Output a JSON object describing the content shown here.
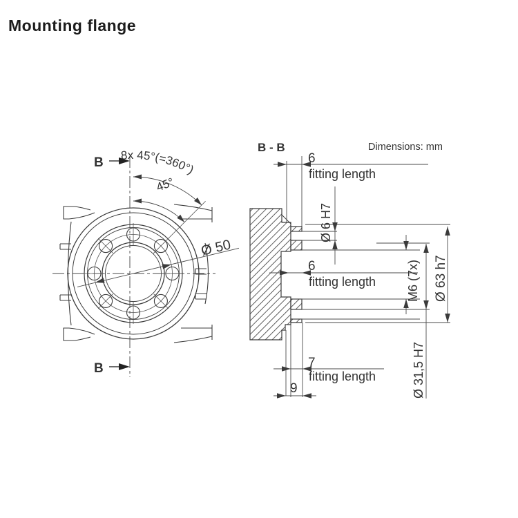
{
  "page": {
    "title": "Mounting flange"
  },
  "drawing": {
    "section_title": "B - B",
    "units_note": "Dimensions: mm",
    "front_view": {
      "cut_arrow_top": "B",
      "cut_arrow_bottom": "B",
      "dim_bolt_pattern_angle": "8x 45°(=360°)",
      "dim_hole_angle": "45°",
      "dim_bolt_circle": "Ø 50"
    },
    "section_view": {
      "dim_fit_top_value": "6",
      "dim_fit_top_label": "fitting length",
      "dim_dowel_hole": "Ø 6 H7",
      "dim_fit_mid_value": "6",
      "dim_fit_mid_label": "fitting length",
      "dim_thread": "M6 (7x)",
      "dim_spigot": "Ø 63 h7",
      "dim_bore": "Ø 31,5 H7",
      "dim_fit_bottom_value": "7",
      "dim_fit_bottom_label": "fitting length",
      "dim_total_depth": "9"
    }
  }
}
